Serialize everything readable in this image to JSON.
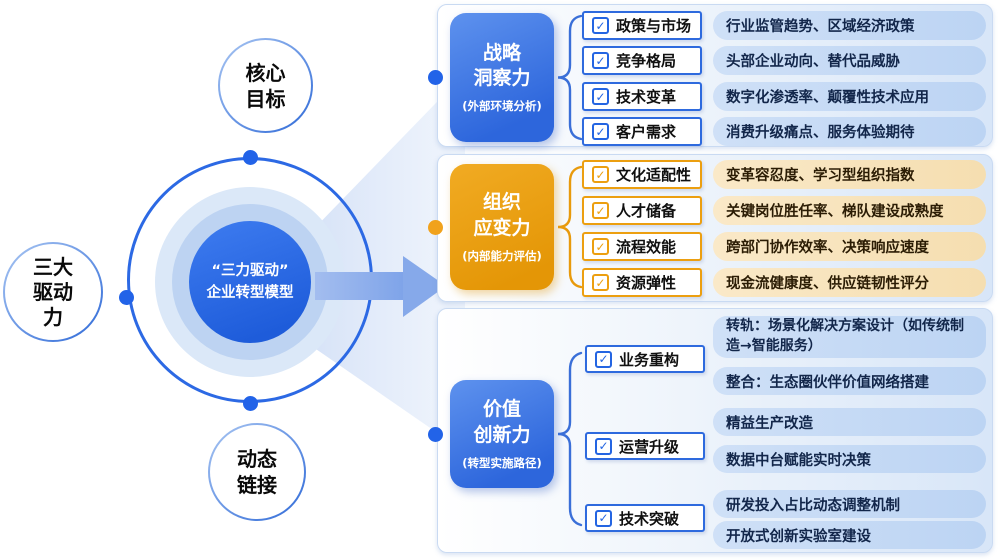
{
  "page": {
    "background": "#ffffff"
  },
  "colors": {
    "primary_blue": "#2d68e0",
    "accent_orange": "#eda012",
    "pill_blue": "#c9dcf6",
    "pill_orange": "#f8e6c1",
    "dark_text": "#121212"
  },
  "icons": {
    "checkbox": "✓"
  },
  "hub": {
    "left_circle_lines": [
      "三大",
      "驱动",
      "力"
    ],
    "top_circle_lines": [
      "核心",
      "目标"
    ],
    "bottom_circle_lines": [
      "动态",
      "链接"
    ],
    "core_lines": [
      "“三力驱动”",
      "企业转型模型"
    ]
  },
  "sections": [
    {
      "theme": "blue",
      "title_lines": [
        "战略",
        "洞察力"
      ],
      "subtitle": "(外部环境分析)",
      "items": [
        {
          "label": "政策与市场",
          "desc": "行业监管趋势、区域经济政策"
        },
        {
          "label": "竞争格局",
          "desc": "头部企业动向、替代品威胁"
        },
        {
          "label": "技术变革",
          "desc": "数字化渗透率、颠覆性技术应用"
        },
        {
          "label": "客户需求",
          "desc": "消费升级痛点、服务体验期待"
        }
      ]
    },
    {
      "theme": "orange",
      "title_lines": [
        "组织",
        "应变力"
      ],
      "subtitle": "(内部能力评估)",
      "items": [
        {
          "label": "文化适配性",
          "desc": "变革容忍度、学习型组织指数"
        },
        {
          "label": "人才储备",
          "desc": "关键岗位胜任率、梯队建设成熟度"
        },
        {
          "label": "流程效能",
          "desc": "跨部门协作效率、决策响应速度"
        },
        {
          "label": "资源弹性",
          "desc": "现金流健康度、供应链韧性评分"
        }
      ]
    },
    {
      "theme": "blue",
      "title_lines": [
        "价值",
        "创新力"
      ],
      "subtitle": "(转型实施路径)",
      "groups": [
        {
          "label": "业务重构",
          "descs": [
            "转轨：场景化解决方案设计（如传统制造→智能服务）",
            "整合：生态圈伙伴价值网络搭建"
          ]
        },
        {
          "label": "运营升级",
          "descs": [
            "精益生产改造",
            "数据中台赋能实时决策"
          ]
        },
        {
          "label": "技术突破",
          "descs": [
            "研发投入占比动态调整机制",
            "开放式创新实验室建设"
          ]
        }
      ]
    }
  ]
}
